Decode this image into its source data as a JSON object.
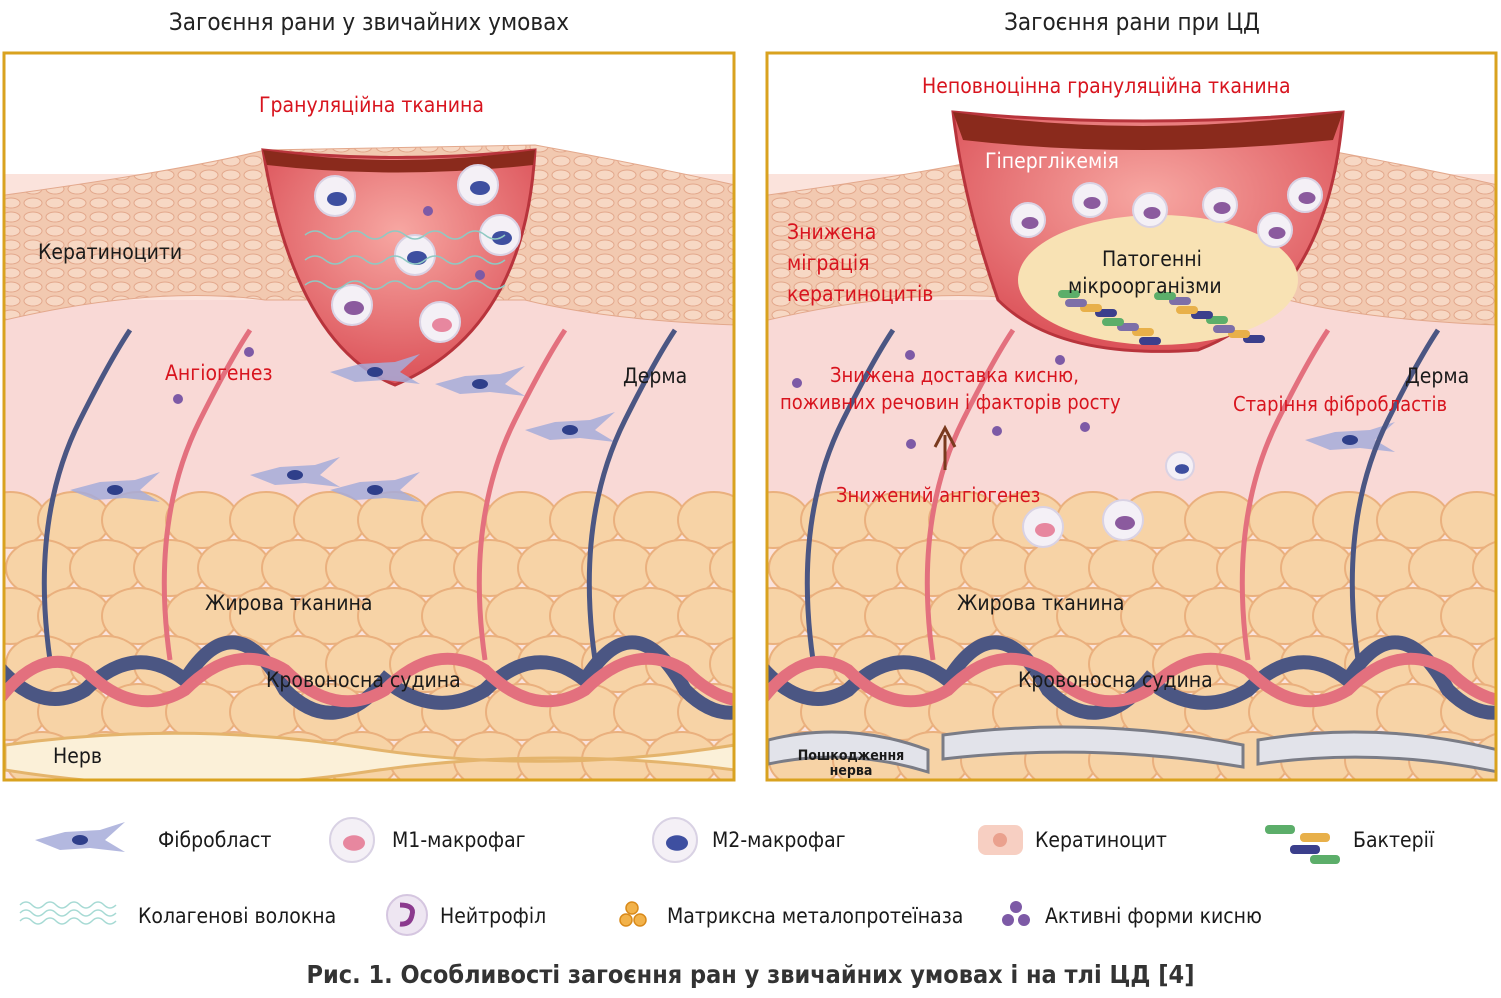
{
  "panels": {
    "normal": {
      "title": "Загоєння рани у звичайних умовах",
      "granulation": "Грануляційна тканина",
      "keratinocytes": "Кератиноцити",
      "angiogenesis": "Ангіогенез",
      "dermis": "Дерма",
      "fat": "Жирова тканина",
      "vessel": "Кровоносна судина",
      "nerve": "Нерв"
    },
    "diabetes": {
      "title": "Загоєння рани при ЦД",
      "granulation": "Неповноцінна грануляційна тканина",
      "hyperglycemia": "Гіперглікемія",
      "reduced_migration": [
        "Знижена",
        "міграція",
        "кератиноцитів"
      ],
      "pathogens": [
        "Патогенні",
        "мікроорганізми"
      ],
      "reduced_delivery": [
        "Знижена доставка кисню,",
        "поживних речовин і факторів росту"
      ],
      "dermis": "Дерма",
      "fibroblast_aging": "Старіння фібробластів",
      "reduced_angiogenesis": "Знижений ангіогенез",
      "fat": "Жирова тканина",
      "vessel": "Кровоносна судина",
      "nerve_damage": [
        "Пошкодження",
        "нерва"
      ]
    }
  },
  "legend": [
    {
      "label": "Фібробласт",
      "icon": "fibroblast-icon"
    },
    {
      "label": "М1-макрофаг",
      "icon": "m1-macrophage-icon"
    },
    {
      "label": "М2-макрофаг",
      "icon": "m2-macrophage-icon"
    },
    {
      "label": "Кератиноцит",
      "icon": "keratinocyte-icon"
    },
    {
      "label": "Бактерії",
      "icon": "bacteria-icon"
    },
    {
      "label": "Колагенові волокна",
      "icon": "collagen-icon"
    },
    {
      "label": "Нейтрофіл",
      "icon": "neutrophil-icon"
    },
    {
      "label": "Матриксна металопротеїназа",
      "icon": "mmp-icon"
    },
    {
      "label": "Активні форми кисню",
      "icon": "ros-icon"
    }
  ],
  "caption": "Рис. 1. Особливості загоєння ран у звичайних умовах і на тлі ЦД [4]",
  "colors": {
    "frame": "#d9a21f",
    "label_red": "#d8141e",
    "vessel_blue": "#4b5683",
    "vessel_red": "#e3707e"
  }
}
